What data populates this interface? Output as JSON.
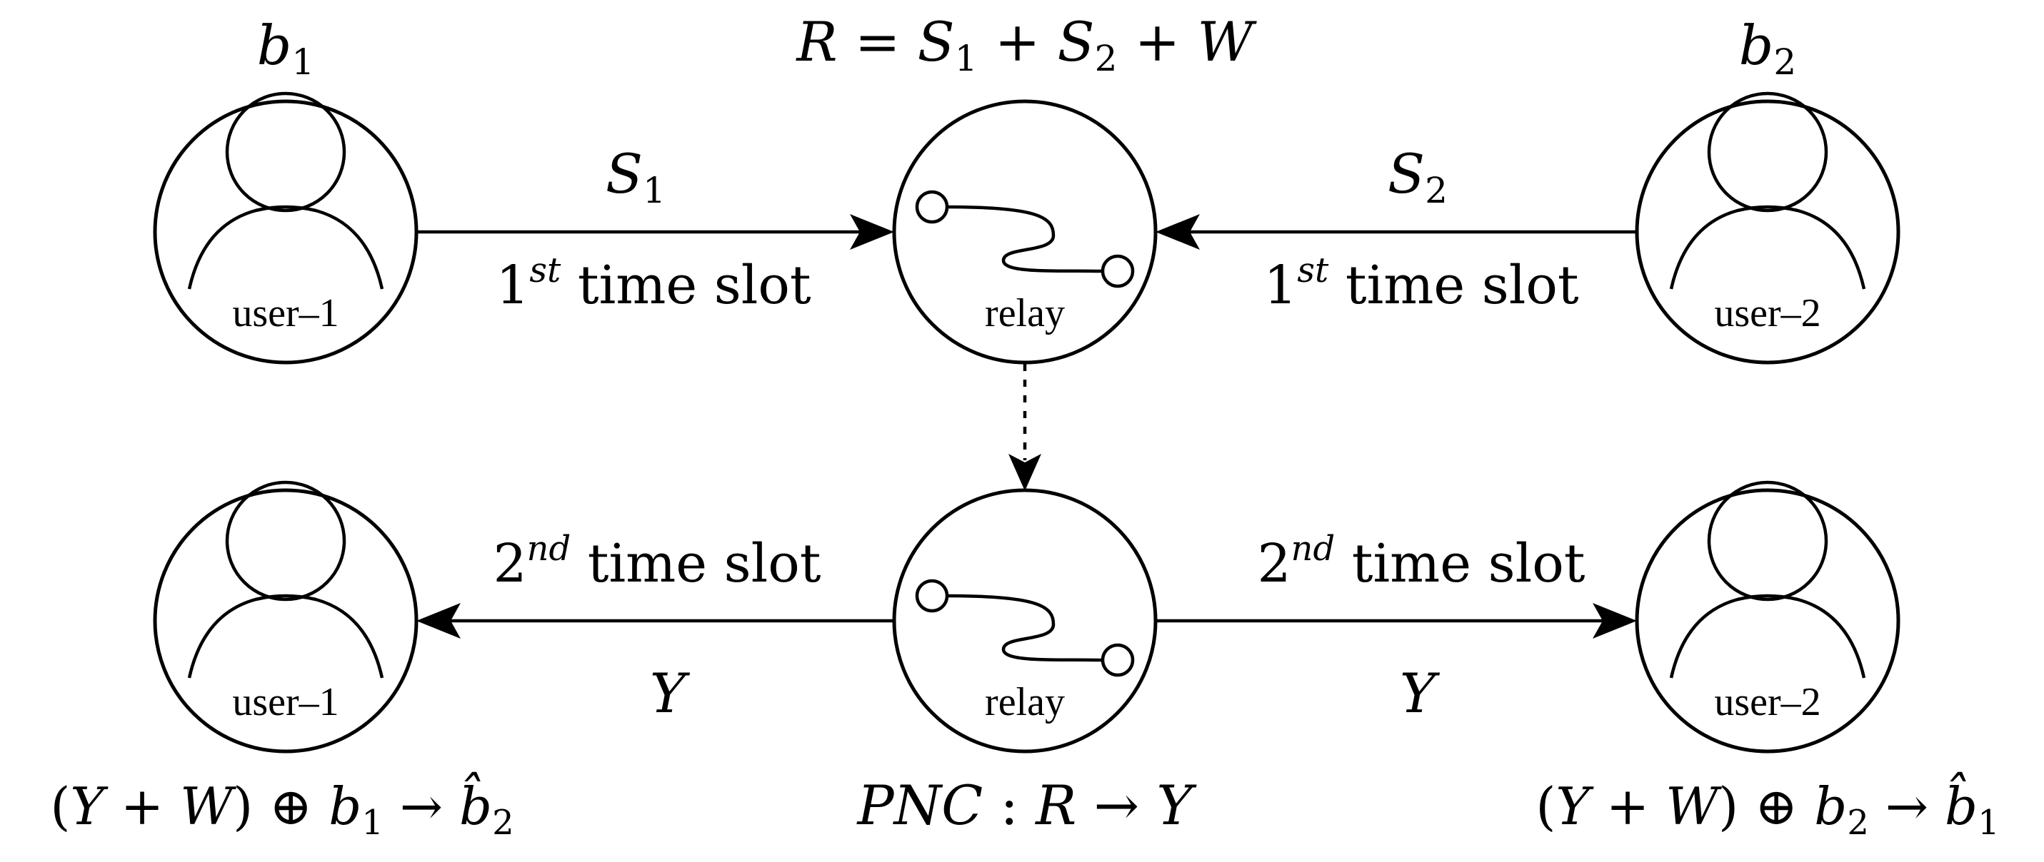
{
  "nodes": {
    "user1_top": "user–1",
    "relay_top": "relay",
    "user2_top": "user–2",
    "user1_bottom": "user–1",
    "relay_bottom": "relay",
    "user2_bottom": "user–2"
  },
  "top_row": {
    "b1": "b",
    "b1_sub": "1",
    "b2": "b",
    "b2_sub": "2",
    "relay_eq": {
      "R": "R",
      "eq": " = ",
      "S": "S",
      "s1_sub": "1",
      "plus1": " + ",
      "S2": "S",
      "s2_sub": "2",
      "plus2": " + ",
      "W": "W"
    },
    "left_signal": "S",
    "left_signal_sub": "1",
    "right_signal": "S",
    "right_signal_sub": "2",
    "left_slot_num": "1",
    "left_slot_sup": "st",
    "left_slot_text": " time slot",
    "right_slot_num": "1",
    "right_slot_sup": "st",
    "right_slot_text": " time slot"
  },
  "bottom_row": {
    "left_slot_num": "2",
    "left_slot_sup": "nd",
    "left_slot_text": " time slot",
    "right_slot_num": "2",
    "right_slot_sup": "nd",
    "right_slot_text": " time slot",
    "left_signal": "Y",
    "right_signal": "Y",
    "pnc": "PNC",
    "pnc_rest_1": " : ",
    "pnc_R": "R",
    "pnc_arrow": " → ",
    "pnc_Y": "Y",
    "left_decode": {
      "open": "(",
      "Y": "Y",
      "plus": " + ",
      "W": "W",
      "close": ")",
      "xor": " ⊕ ",
      "b": "b",
      "b_sub": "1",
      "arrow": " → ",
      "bhat": "b̂",
      "bhat_sub": "2"
    },
    "right_decode": {
      "open": "(",
      "Y": "Y",
      "plus": " + ",
      "W": "W",
      "close": ")",
      "xor": " ⊕ ",
      "b": "b",
      "b_sub": "2",
      "arrow": " → ",
      "bhat": "b̂",
      "bhat_sub": "1"
    }
  }
}
